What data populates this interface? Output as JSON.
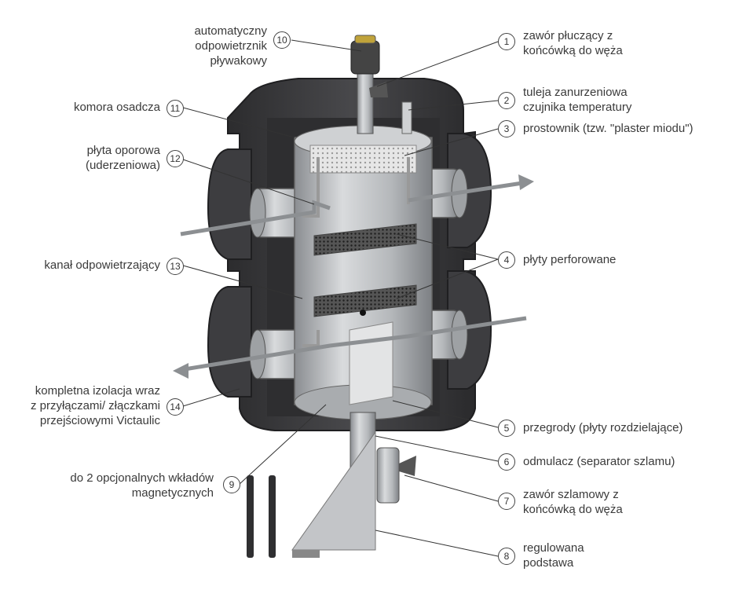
{
  "callouts": [
    {
      "n": "10",
      "lines": [
        "automatyczny",
        "odpowietrznik",
        "pływakowy"
      ]
    },
    {
      "n": "11",
      "lines": [
        "komora osadcza"
      ]
    },
    {
      "n": "12",
      "lines": [
        "płyta oporowa",
        "(uderzeniowa)"
      ]
    },
    {
      "n": "13",
      "lines": [
        "kanał odpowietrzający"
      ]
    },
    {
      "n": "14",
      "lines": [
        "kompletna izolacja wraz",
        "z przyłączami/ złączkami",
        "przejściowymi Victaulic"
      ]
    },
    {
      "n": "9",
      "lines": [
        "do 2 opcjonalnych wkładów",
        "magnetycznych"
      ]
    },
    {
      "n": "1",
      "lines": [
        "zawór płuczący z",
        "końcówką do węża"
      ]
    },
    {
      "n": "2",
      "lines": [
        "tuleja zanurzeniowa",
        "czujnika temperatury"
      ]
    },
    {
      "n": "3",
      "lines": [
        "prostownik (tzw. \"plaster miodu\")"
      ]
    },
    {
      "n": "4",
      "lines": [
        "płyty perforowane"
      ]
    },
    {
      "n": "5",
      "lines": [
        "przegrody (płyty rozdzielające)"
      ]
    },
    {
      "n": "6",
      "lines": [
        "odmulacz (separator szlamu)"
      ]
    },
    {
      "n": "7",
      "lines": [
        "zawór szlamowy z",
        "końcówką do węża"
      ]
    },
    {
      "n": "8",
      "lines": [
        "regulowana",
        "podstawa"
      ]
    }
  ],
  "colors": {
    "insulation": "#3b3b3d",
    "insulation_edge": "#1f1f21",
    "steel": "#b9bcbf",
    "steel_dark": "#8a8d91",
    "leader": "#333333",
    "flow_arrow": "#8c8f92"
  }
}
